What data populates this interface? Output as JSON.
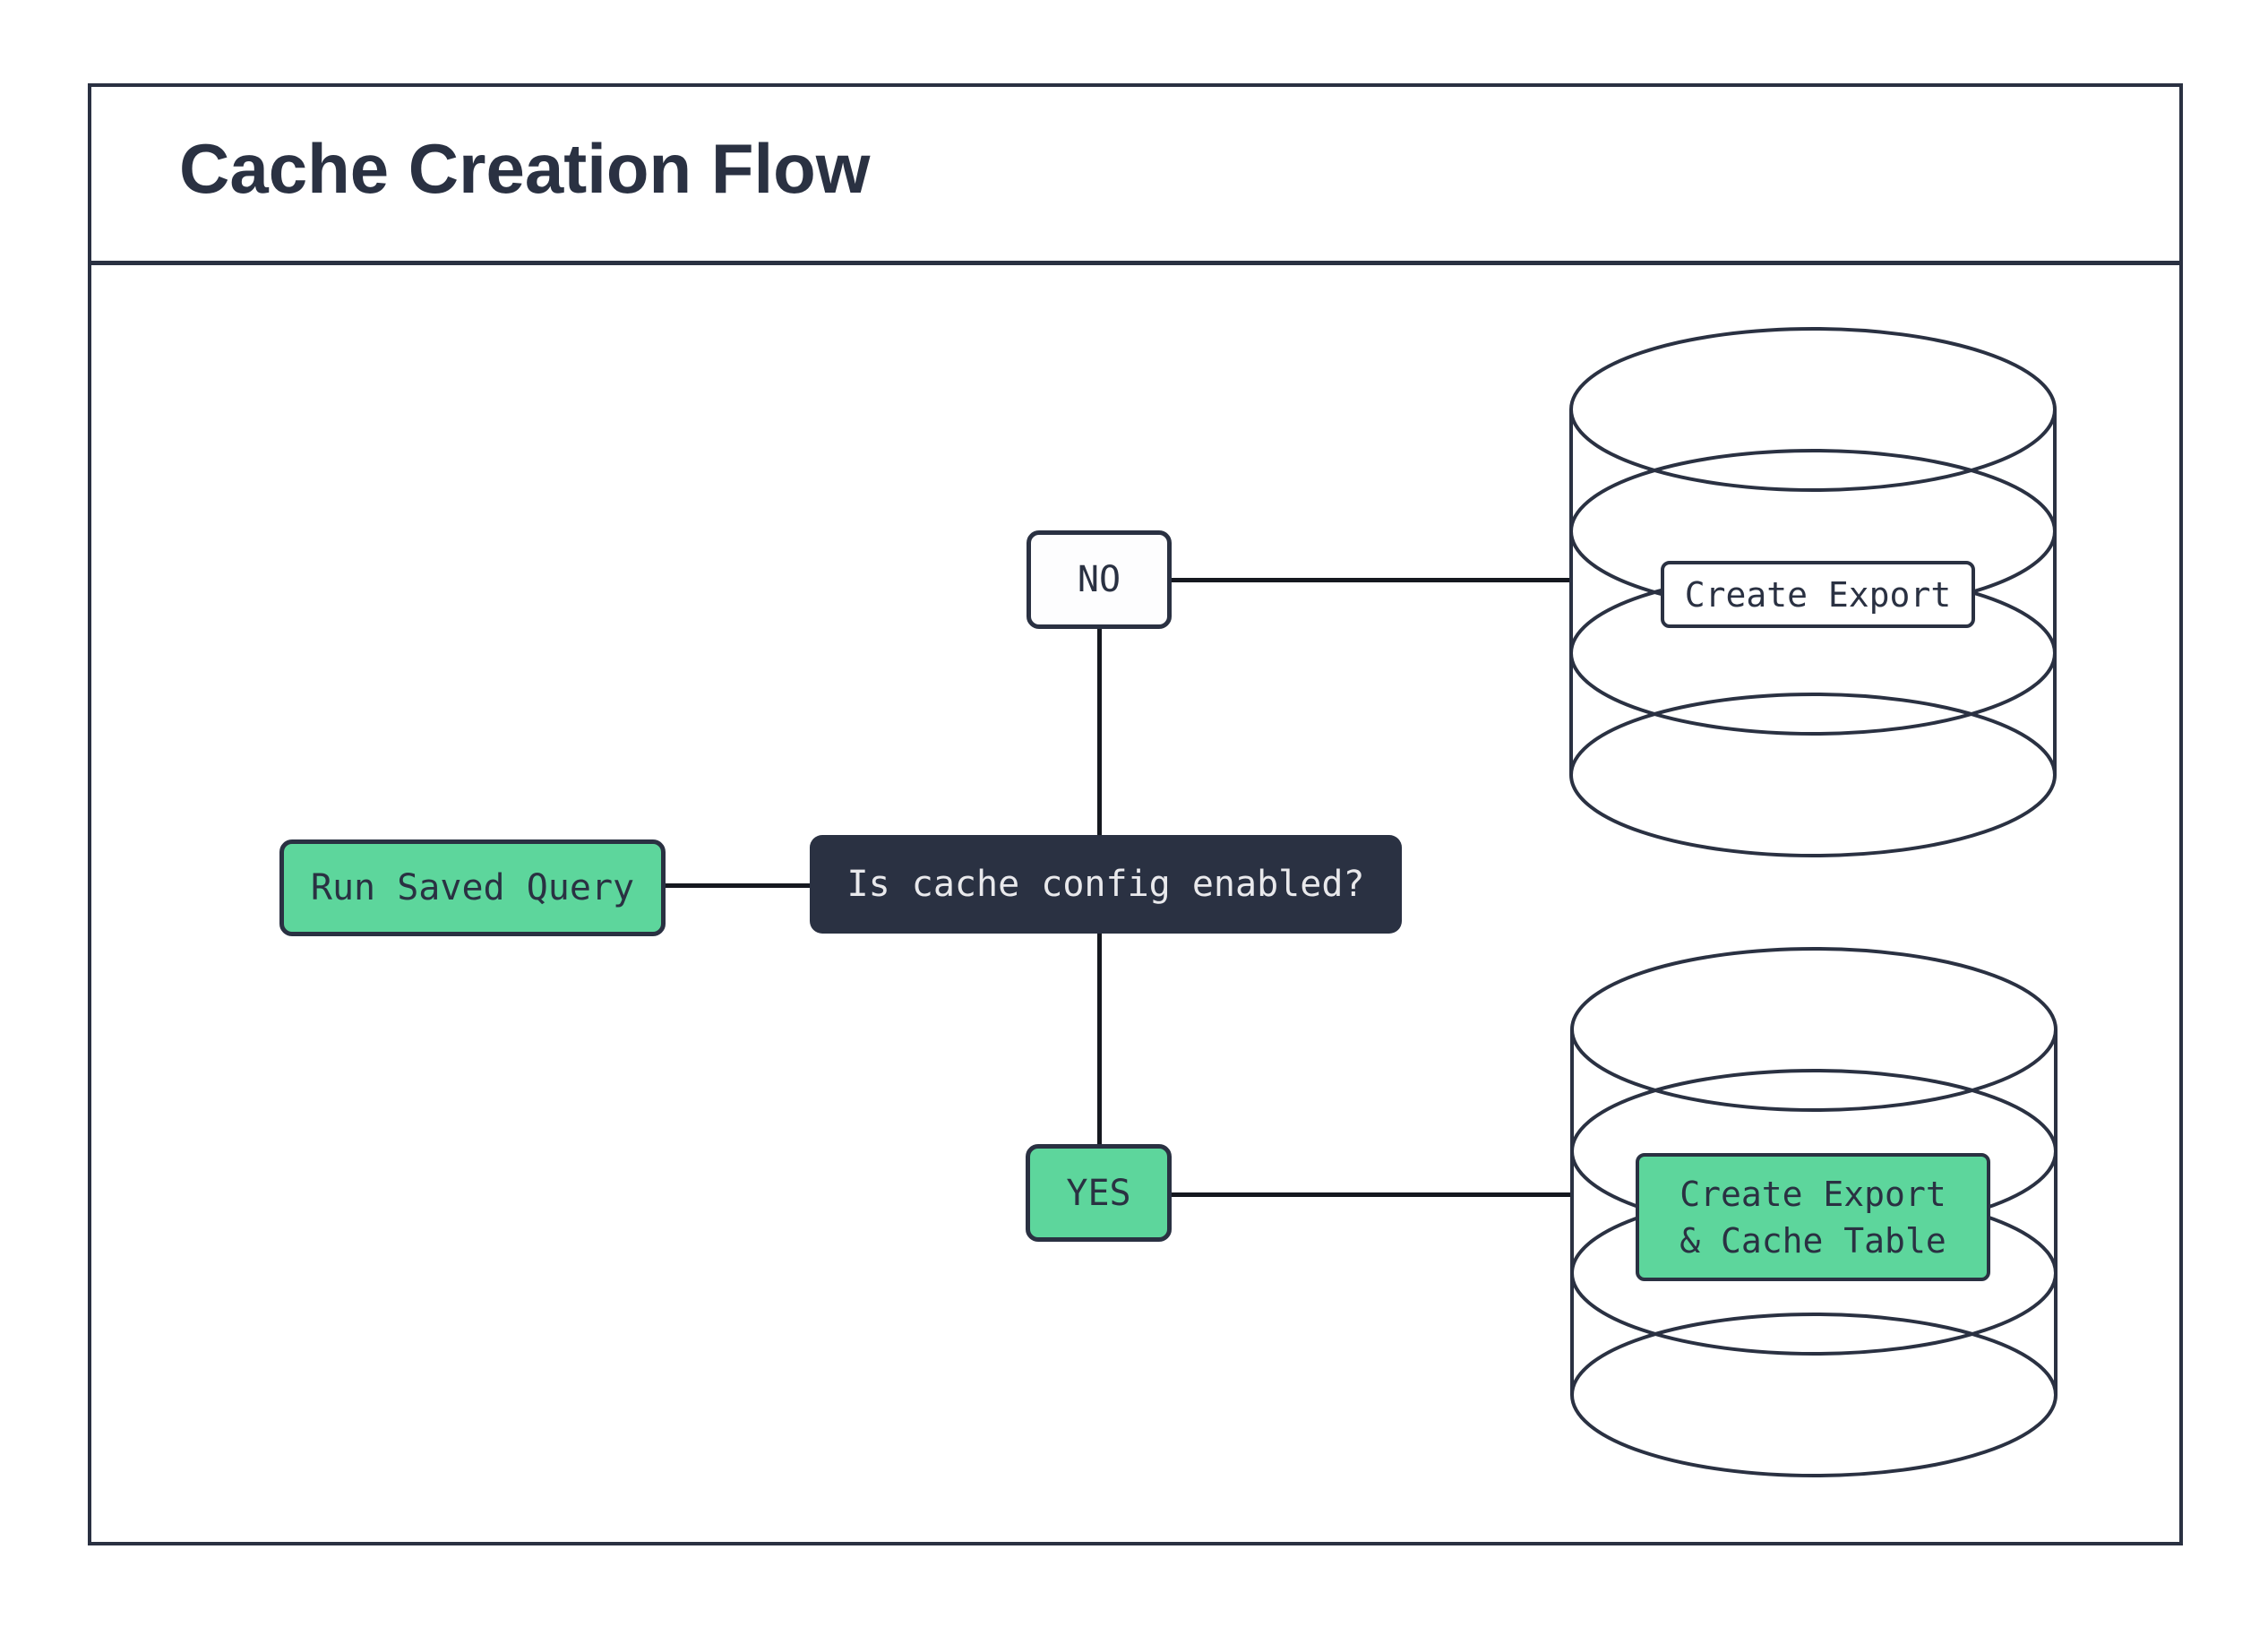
{
  "title": "Cache Creation Flow",
  "flow": {
    "start_label": "Run Saved Query",
    "decision_label": "Is cache config enabled?",
    "no_label": "NO",
    "yes_label": "YES",
    "no_action_label": "Create Export",
    "yes_action_line1": "Create Export",
    "yes_action_line2": "& Cache Table"
  },
  "colors": {
    "ink": "#2a3142",
    "green": "#5dd69c",
    "connector_black": "#15181f",
    "paper": "#ffffff",
    "decision_text": "#e9e9ec"
  }
}
